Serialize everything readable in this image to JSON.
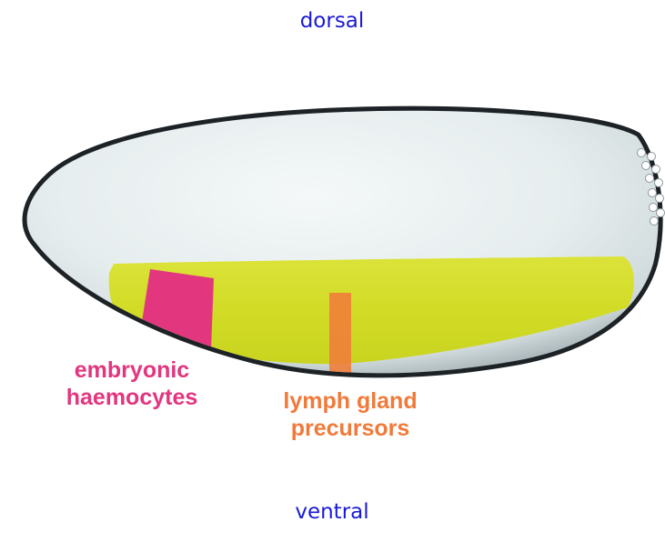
{
  "orientation": {
    "top": "dorsal",
    "bottom": "ventral"
  },
  "regions": [
    {
      "id": "embryonic-haemocytes",
      "lines": [
        "embryonic",
        "haemocytes"
      ],
      "color": "#e2367f"
    },
    {
      "id": "lymph-gland-precursors",
      "lines": [
        "lymph gland",
        "precursors"
      ],
      "color": "#f07a3a"
    }
  ],
  "colors": {
    "mesoderm_band": "#d4df2a",
    "embryo_body": "#e3ebec",
    "embryo_outline": "#1d2226",
    "orientation_text": "#1a1ad6"
  }
}
